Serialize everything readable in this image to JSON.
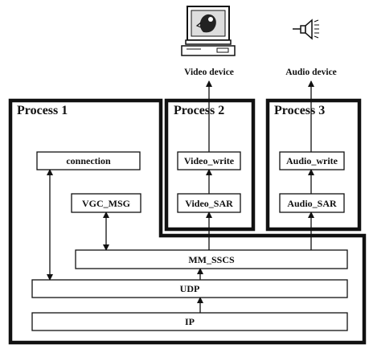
{
  "devices": {
    "video": {
      "label": "Video device",
      "icon": "computer-monitor-icon"
    },
    "audio": {
      "label": "Audio device",
      "icon": "speaker-icon"
    }
  },
  "processes": {
    "p1": {
      "title": "Process 1"
    },
    "p2": {
      "title": "Process 2"
    },
    "p3": {
      "title": "Process 3"
    }
  },
  "boxes": {
    "connection": "connection",
    "vgc_msg": "VGC_MSG",
    "video_write": "Video_write",
    "video_sar": "Video_SAR",
    "audio_write": "Audio_write",
    "audio_sar": "Audio_SAR",
    "mm_sscs": "MM_SSCS",
    "udp": "UDP",
    "ip": "IP"
  },
  "colors": {
    "stroke": "#111111",
    "background": "#ffffff"
  }
}
